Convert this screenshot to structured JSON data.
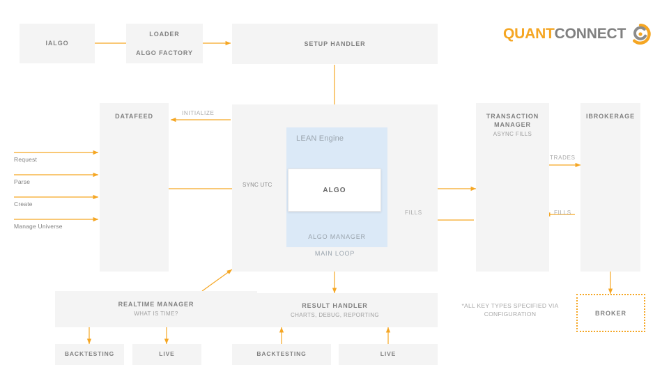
{
  "brand": {
    "name_part1": "QUANT",
    "name_part2": "CONNECT",
    "accent_color": "#f5a623",
    "text_color": "#808080",
    "mark_icon": "quantconnect-swirl-icon"
  },
  "palette": {
    "box_fill": "#f4f4f4",
    "lean_panel_fill": "#dbe9f7",
    "arrow_color": "#f5a623",
    "title_color": "#808080",
    "subtitle_color": "#a0a0a0",
    "canvas": "#ffffff"
  },
  "nodes": {
    "ialgo": {
      "title": "IALGO"
    },
    "loader": {
      "title": "LOADER",
      "title2": "ALGO FACTORY"
    },
    "setup_handler": {
      "title": "SETUP HANDLER"
    },
    "datafeed": {
      "title": "DATAFEED"
    },
    "lean_engine": {
      "panel_label": "LEAN Engine",
      "algo_label": "ALGO",
      "algo_manager_label": "ALGO MANAGER",
      "main_loop_label": "MAIN LOOP"
    },
    "transaction_manager": {
      "title": "TRANSACTION MANAGER",
      "subtitle": "ASYNC FILLS"
    },
    "ibrokerage": {
      "title": "IBROKERAGE"
    },
    "broker": {
      "title": "BROKER"
    },
    "realtime_manager": {
      "title": "REALTIME MANAGER",
      "subtitle": "WHAT IS TIME?"
    },
    "result_handler": {
      "title": "RESULT HANDLER",
      "subtitle": "CHARTS, DEBUG, REPORTING"
    },
    "rt_backtesting": {
      "title": "BACKTESTING"
    },
    "rt_live": {
      "title": "LIVE"
    },
    "rh_backtesting": {
      "title": "BACKTESTING"
    },
    "rh_live": {
      "title": "LIVE"
    }
  },
  "edges": {
    "initialize": "INITIALIZE",
    "sync_utc": "SYNC UTC",
    "trades": "TRADES",
    "fills_brokerage": "FILLS",
    "fills_engine": "FILLS"
  },
  "inputs": [
    {
      "label": "Request"
    },
    {
      "label": "Parse"
    },
    {
      "label": "Create"
    },
    {
      "label": "Manage Universe"
    }
  ],
  "footnote": {
    "text": "*ALL KEY TYPES SPECIFIED VIA\nCONFIGURATION"
  }
}
